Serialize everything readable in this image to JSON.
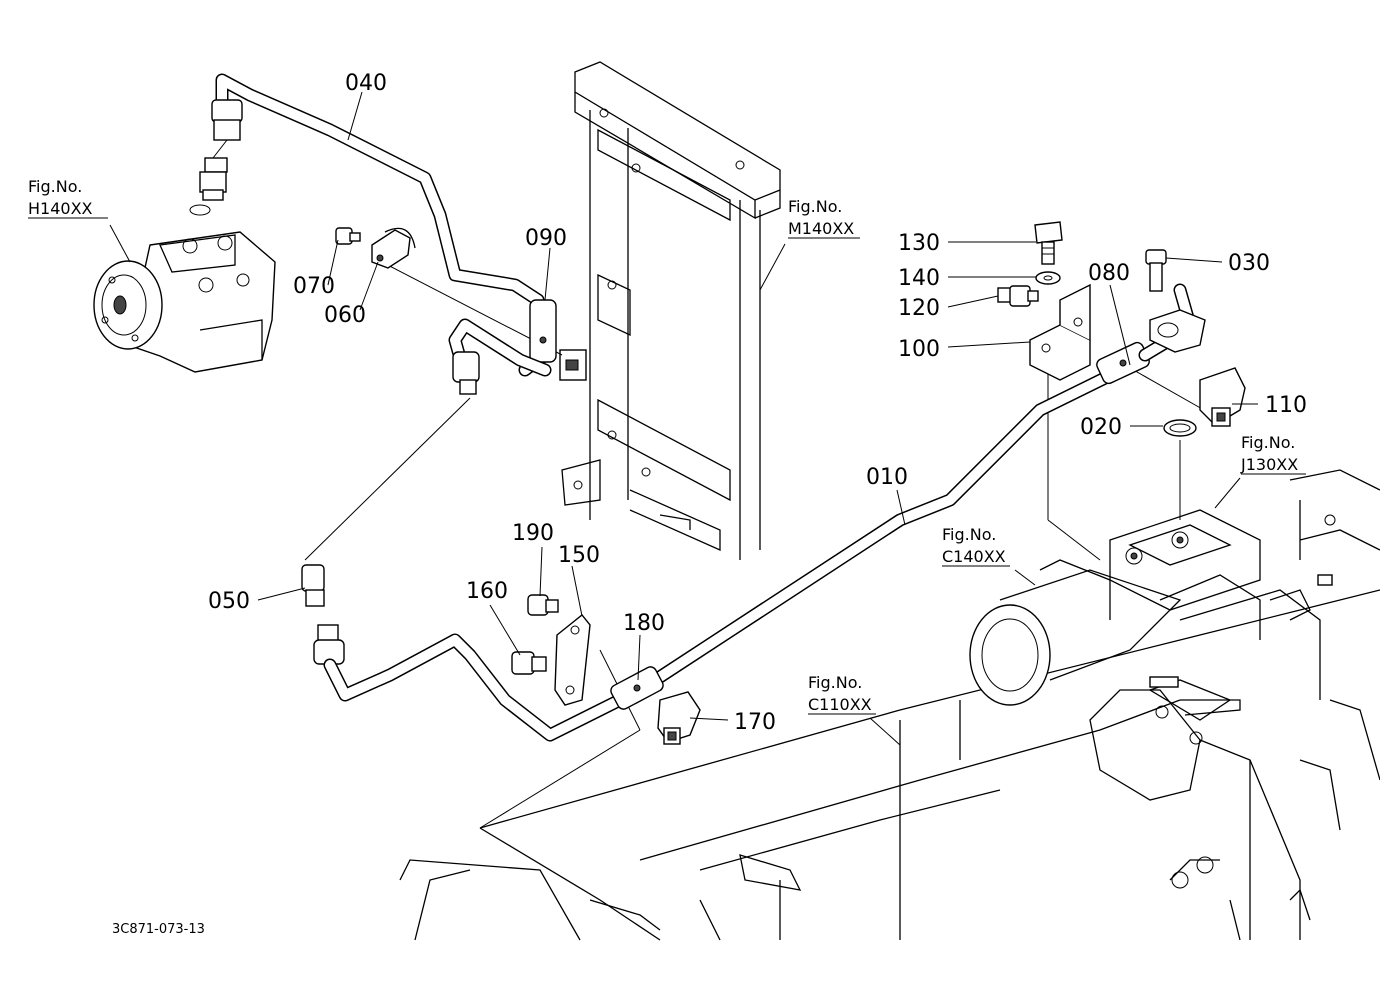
{
  "diagram": {
    "part_labels": {
      "p010": "010",
      "p020": "020",
      "p030": "030",
      "p040": "040",
      "p050": "050",
      "p060": "060",
      "p070": "070",
      "p080": "080",
      "p090": "090",
      "p100": "100",
      "p110": "110",
      "p120": "120",
      "p130": "130",
      "p140": "140",
      "p150": "150",
      "p160": "160",
      "p170": "170",
      "p180": "180",
      "p190": "190"
    },
    "figure_refs": {
      "h140": {
        "prefix": "Fig.No.",
        "code": "H140XX"
      },
      "m140": {
        "prefix": "Fig.No.",
        "code": "M140XX"
      },
      "j130": {
        "prefix": "Fig.No.",
        "code": "J130XX"
      },
      "c140": {
        "prefix": "Fig.No.",
        "code": "C140XX"
      },
      "c110": {
        "prefix": "Fig.No.",
        "code": "C110XX"
      }
    },
    "drawing_code": "3C871-073-13"
  }
}
